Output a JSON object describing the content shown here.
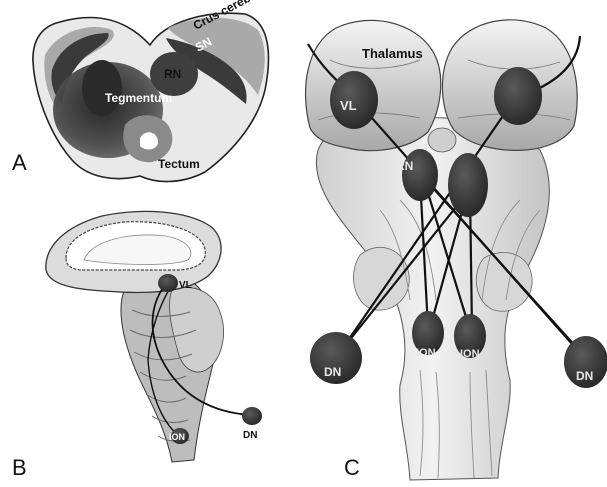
{
  "panels": {
    "a": {
      "letter": "A",
      "labels": {
        "crus_cerebri": "Crus cerebri",
        "sn": "SN",
        "rn": "RN",
        "tegmentum": "Tegmentum",
        "tectum": "Tectum"
      }
    },
    "b": {
      "letter": "B",
      "labels": {
        "vl": "VL",
        "ion": "ION",
        "dn": "DN"
      }
    },
    "c": {
      "letter": "C",
      "labels": {
        "thalamus": "Thalamus",
        "vl": "VL",
        "rn": "RN",
        "dn_left": "DN",
        "ion_left": "ION",
        "ion_right": "ION",
        "dn_right": "DN"
      }
    }
  },
  "colors": {
    "nucleus_fill": "#3a3a3a",
    "tract_line": "#111111",
    "tissue_light": "#e6e6e6",
    "tissue_mid": "#9a9a9a",
    "tissue_dark": "#2e2e2e"
  }
}
